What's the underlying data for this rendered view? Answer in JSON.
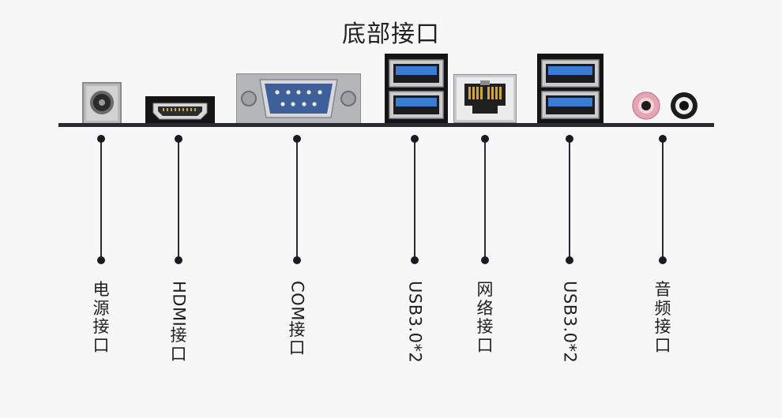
{
  "title": "底部接口",
  "colors": {
    "line": "#2a2a35",
    "usb_blue": "#3a7bd5",
    "com_blue": "#3f5f9a",
    "audio_pink": "#e6a5b4"
  },
  "ports": [
    {
      "id": "power",
      "icon": "dc-power-jack-icon",
      "label_latin": "",
      "label_cjk": [
        "电",
        "源",
        "接",
        "口"
      ]
    },
    {
      "id": "hdmi",
      "icon": "hdmi-port-icon",
      "label_latin": "HDMI",
      "label_cjk": [
        "接",
        "口"
      ]
    },
    {
      "id": "com",
      "icon": "com-serial-port-icon",
      "label_latin": "COM",
      "label_cjk": [
        "接",
        "口"
      ]
    },
    {
      "id": "usb-1",
      "icon": "usb3-port-icon",
      "label_latin": "USB3.0*2",
      "label_cjk": []
    },
    {
      "id": "lan",
      "icon": "rj45-port-icon",
      "label_latin": "",
      "label_cjk": [
        "网",
        "络",
        "接",
        "口"
      ]
    },
    {
      "id": "usb-2",
      "icon": "usb3-port-icon",
      "label_latin": "USB3.0*2",
      "label_cjk": []
    },
    {
      "id": "audio",
      "icon": "audio-jack-icon",
      "label_latin": "",
      "label_cjk": [
        "音",
        "频",
        "接",
        "口"
      ]
    }
  ]
}
